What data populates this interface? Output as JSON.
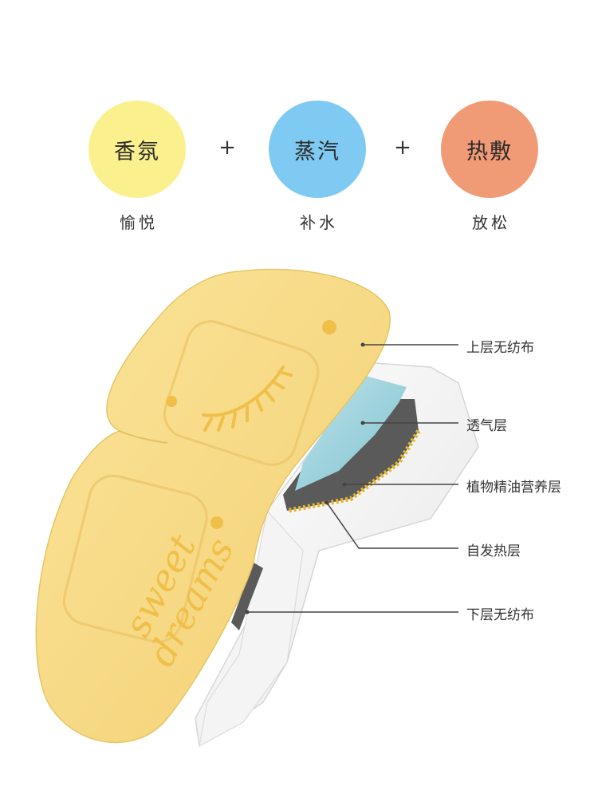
{
  "effects": [
    {
      "circle_text": "香氛",
      "caption": "愉悦",
      "color": "#fbf08e"
    },
    {
      "circle_text": "蒸汽",
      "caption": "补水",
      "color": "#7fcaf2"
    },
    {
      "circle_text": "热敷",
      "caption": "放松",
      "color": "#f19a76"
    }
  ],
  "plus_sign": "+",
  "patch": {
    "lettering": "sweet dreams",
    "base_color": "#f8dd84",
    "mark_color": "#efbf4a"
  },
  "layers": [
    {
      "label": "上层无纺布"
    },
    {
      "label": "透气层"
    },
    {
      "label": "植物精油营养层"
    },
    {
      "label": "自发热层"
    },
    {
      "label": "下层无纺布"
    }
  ]
}
